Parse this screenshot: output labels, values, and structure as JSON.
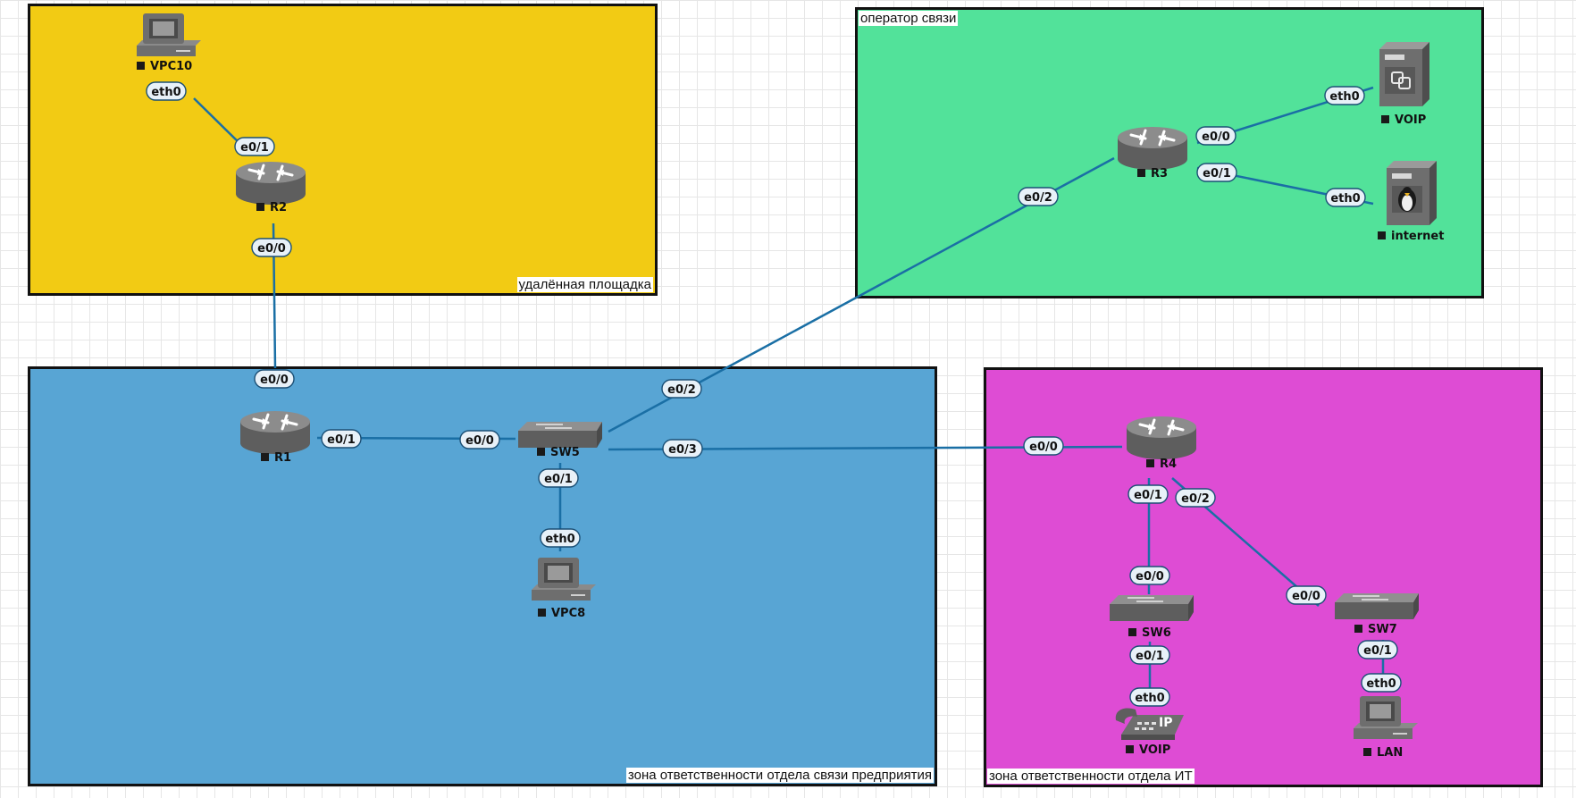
{
  "zones": [
    {
      "id": "remote",
      "label": "удалённая площадка",
      "color": "#f2cb14"
    },
    {
      "id": "operator",
      "label": "оператор связи",
      "color": "#52e29a"
    },
    {
      "id": "enterprise",
      "label": "зона ответственности отдела связи предприятия",
      "color": "#58a5d4"
    },
    {
      "id": "it",
      "label": "зона ответственности отдела ИТ",
      "color": "#de4cd4"
    }
  ],
  "colors": {
    "link": "#1a6fa5",
    "device": "#6e6e6e",
    "port_fill": "#e8f1f8"
  },
  "nodes": [
    {
      "id": "VPC10",
      "label": "VPC10",
      "icon": "pc-icon"
    },
    {
      "id": "R2",
      "label": "R2",
      "icon": "router-icon"
    },
    {
      "id": "R1",
      "label": "R1",
      "icon": "router-icon"
    },
    {
      "id": "SW5",
      "label": "SW5",
      "icon": "switch-icon"
    },
    {
      "id": "VPC8",
      "label": "VPC8",
      "icon": "pc-icon"
    },
    {
      "id": "R3",
      "label": "R3",
      "icon": "router-icon"
    },
    {
      "id": "VOIP_SRV",
      "label": "VOIP",
      "icon": "server-icon"
    },
    {
      "id": "INTERNET",
      "label": "internet",
      "icon": "linux-server-icon"
    },
    {
      "id": "R4",
      "label": "R4",
      "icon": "router-icon"
    },
    {
      "id": "SW6",
      "label": "SW6",
      "icon": "switch-icon"
    },
    {
      "id": "SW7",
      "label": "SW7",
      "icon": "switch-icon"
    },
    {
      "id": "VOIP_PHONE",
      "label": "VOIP",
      "icon": "ip-phone-icon"
    },
    {
      "id": "LAN",
      "label": "LAN",
      "icon": "pc-icon"
    }
  ],
  "links": [
    {
      "from": "VPC10",
      "from_port": "eth0",
      "to": "R2",
      "to_port": "e0/1"
    },
    {
      "from": "R2",
      "from_port": "e0/0",
      "to": "R1",
      "to_port": "e0/0"
    },
    {
      "from": "R1",
      "from_port": "e0/1",
      "to": "SW5",
      "to_port": "e0/0"
    },
    {
      "from": "SW5",
      "from_port": "e0/1",
      "to": "VPC8",
      "to_port": "eth0"
    },
    {
      "from": "SW5",
      "from_port": "e0/2",
      "to": "R3",
      "to_port": "e0/2"
    },
    {
      "from": "SW5",
      "from_port": "e0/3",
      "to": "R4",
      "to_port": "e0/0"
    },
    {
      "from": "R3",
      "from_port": "e0/0",
      "to": "VOIP_SRV",
      "to_port": "eth0"
    },
    {
      "from": "R3",
      "from_port": "e0/1",
      "to": "INTERNET",
      "to_port": "eth0"
    },
    {
      "from": "R4",
      "from_port": "e0/1",
      "to": "SW6",
      "to_port": "e0/0"
    },
    {
      "from": "R4",
      "from_port": "e0/2",
      "to": "SW7",
      "to_port": "e0/0"
    },
    {
      "from": "SW6",
      "from_port": "e0/1",
      "to": "VOIP_PHONE",
      "to_port": "eth0"
    },
    {
      "from": "SW7",
      "from_port": "e0/1",
      "to": "LAN",
      "to_port": "eth0"
    }
  ]
}
